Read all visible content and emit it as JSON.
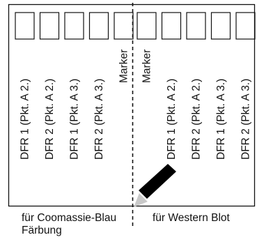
{
  "lanes_left": [
    {
      "label": "DFR 1 (Pkt. A 2.)"
    },
    {
      "label": "DFR 2 (Pkt. A 2.)"
    },
    {
      "label": "DFR 1 (Pkt. A 3.)"
    },
    {
      "label": "DFR 2 (Pkt. A 3.)"
    },
    {
      "label": "Marker"
    }
  ],
  "lanes_right": [
    {
      "label": "Marker"
    },
    {
      "label": "DFR 1 (Pkt. A 2.)"
    },
    {
      "label": "DFR 2 (Pkt. A 2.)"
    },
    {
      "label": "DFR 1 (Pkt. A 3.)"
    },
    {
      "label": "DFR 2 (Pkt. A 3.)"
    }
  ],
  "captions": {
    "left_line1": "für Coomassie-Blau",
    "left_line2": "Färbung",
    "right": "für Western Blot"
  },
  "colors": {
    "line": "#111111",
    "scalpel_handle": "#000000",
    "scalpel_blade": "#c9c9c9"
  },
  "icons": {
    "cutting_tool": "scalpel-icon"
  }
}
